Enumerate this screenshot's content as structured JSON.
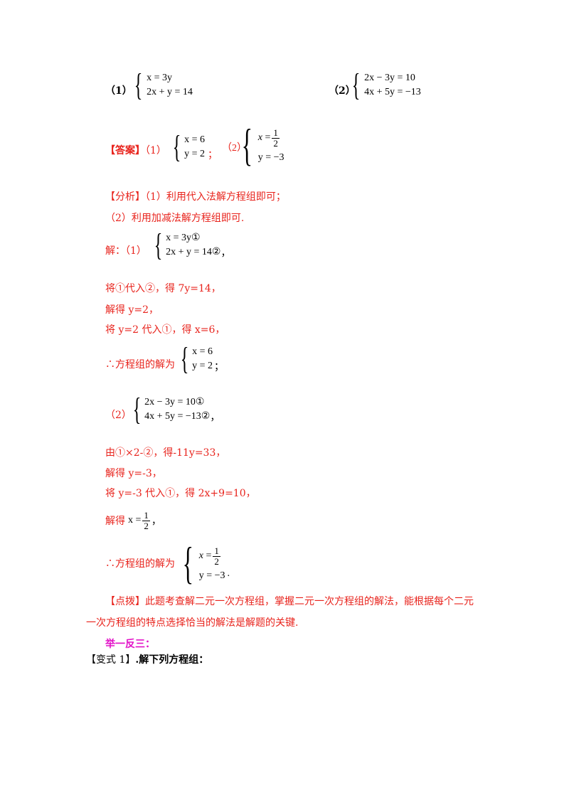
{
  "problem": {
    "label1": "（1）",
    "sys1": [
      "x = 3y",
      "2x + y = 14"
    ],
    "label2": "（2）",
    "sys2": [
      "2x − 3y = 10",
      "4x + 5y = −13"
    ]
  },
  "answer": {
    "tag": "【答案】",
    "p1": "（1）",
    "sys1": [
      "x = 6",
      "y = 2"
    ],
    "sep": "；",
    "p2": "（2）",
    "x_val_num": "1",
    "x_val_den": "2",
    "y_val": "y = −3"
  },
  "analysis": {
    "line1": "【分析】（1）利用代入法解方程组即可；",
    "line2": "（2）利用加减法解方程组即可."
  },
  "solution1": {
    "prefix": "解：（1）",
    "eq1": "x = 3y①",
    "eq2": "2x + y = 14②",
    "comma": "，",
    "step1": "将①代入②，得 7y=14，",
    "step2": "解得 y=2，",
    "step3": "将 y=2 代入①，得 x=6，",
    "concl_prefix": "∴方程组的解为",
    "concl_sys": [
      "x = 6",
      "y = 2"
    ],
    "concl_end": "；"
  },
  "solution2": {
    "prefix": "（2）",
    "eq1": "2x − 3y = 10①",
    "eq2": "4x + 5y = −13②",
    "comma": "，",
    "step1": "由①×2-②，得-11y=33，",
    "step2": "解得 y=-3，",
    "step3": "将 y=-3 代入①，得 2x+9=10，",
    "step4_prefix": "解得",
    "step4_x": "x =",
    "step4_num": "1",
    "step4_den": "2",
    "step4_end": "，",
    "concl_prefix": "∴方程组的解为",
    "concl_num": "1",
    "concl_den": "2",
    "concl_y": "y = −3",
    "concl_end": "."
  },
  "tip": {
    "line1": "【点拨】此题考查解二元一次方程组，掌握二元一次方程组的解法，能根据每个二元",
    "line2": "一次方程组的特点选择恰当的解法是解题的关键."
  },
  "practice": {
    "title": "举一反三：",
    "variant_label": "【变式 1】",
    "variant_text": ".解下列方程组："
  },
  "colors": {
    "red": "#e8231c",
    "magenta": "#e213c8"
  }
}
